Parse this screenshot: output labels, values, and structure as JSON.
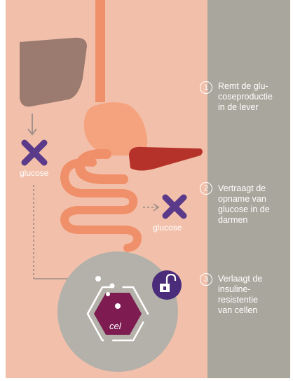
{
  "colors": {
    "background_pink": "#f2c0aa",
    "panel_gray": "#a8a69d",
    "liver": "#9b7a6f",
    "stomach": "#f0906a",
    "stomach_light": "#f5a37f",
    "pancreas": "#b5322a",
    "cross_purple": "#5b3a8a",
    "cell_circle": "#b3b1a9",
    "cell_hex": "#7e1c52",
    "lock_circle": "#4a2c7a",
    "arrow_gray": "#9a8c86"
  },
  "labels": {
    "glucose_left": "glucose",
    "glucose_right": "glucose",
    "cell": "cel"
  },
  "steps": [
    {
      "number": "1",
      "text_lines": [
        "Remt de glu-",
        "coseproductie",
        "in de lever"
      ]
    },
    {
      "number": "2",
      "text_lines": [
        "Vertraagt de",
        "opname van",
        "glucose in de",
        "darmen"
      ]
    },
    {
      "number": "3",
      "text_lines": [
        "Verlaagt de",
        "insuline-",
        "resistentie",
        "van cellen"
      ]
    }
  ],
  "icons": {
    "cross_left": "cross-icon",
    "cross_right": "cross-icon",
    "lock": "unlocked-padlock-icon"
  }
}
